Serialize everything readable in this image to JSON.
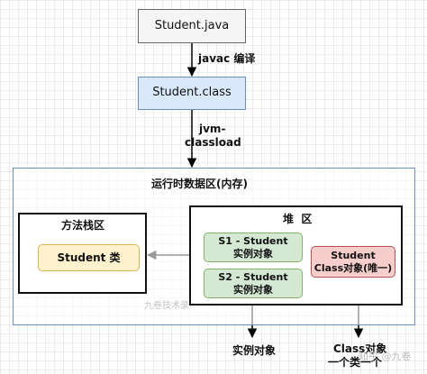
{
  "nodes": {
    "student_java": "Student.java",
    "student_class": "Student.class",
    "runtime_area": "运行时数据区(内存)",
    "method_area": "方法栈区",
    "student_type": "Student 类",
    "heap_area": "堆  区",
    "s1_line1": "S1 - Student",
    "s1_line2": "实例对象",
    "s2_line1": "S2 - Student",
    "s2_line2": "实例对象",
    "class_obj_line1": "Student",
    "class_obj_line2": "Class对象(唯一)"
  },
  "edges": {
    "javac": "javac 编译",
    "jvm_line1": "jvm-",
    "jvm_line2": "classload",
    "instance_obj": "实例对象",
    "class_obj_line1": "Class对象",
    "class_obj_line2": "一个类一个"
  },
  "watermark": {
    "center": "九卷技术录",
    "corner": "知乎 @九卷"
  },
  "colors": {
    "file_fill": "#f5f5f5",
    "class_fill": "#dae8fc",
    "type_fill": "#fff2cc",
    "instance_fill": "#d5e8d4",
    "class_obj_fill": "#f8cecc"
  }
}
